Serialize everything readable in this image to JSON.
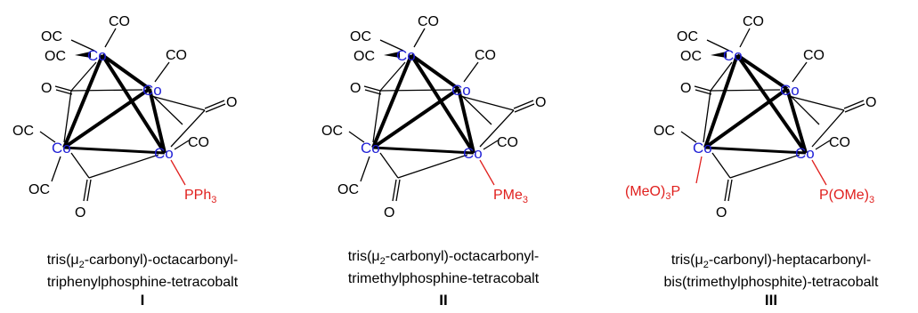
{
  "molecules": [
    {
      "atoms": {
        "co_metal": "Co",
        "oc": "OC",
        "co": "CO",
        "o": "O",
        "ligand_p": "P",
        "ligand_p_suffix": "Ph",
        "ligand_p_sub": "3"
      },
      "name_line1_pre": "tris(μ",
      "name_line1_sub": "2",
      "name_line1_post": "-carbonyl)-octacarbonyl-",
      "name_line2": "triphenylphosphine-tetracobalt",
      "numeral": "I"
    },
    {
      "atoms": {
        "co_metal": "Co",
        "oc": "OC",
        "co": "CO",
        "o": "O",
        "ligand_p": "P",
        "ligand_p_suffix": "Me",
        "ligand_p_sub": "3"
      },
      "name_line1_pre": "tris(μ",
      "name_line1_sub": "2",
      "name_line1_post": "-carbonyl)-octacarbonyl-",
      "name_line2": "trimethylphosphine-tetracobalt",
      "numeral": "II"
    },
    {
      "atoms": {
        "co_metal": "Co",
        "oc": "OC",
        "co": "CO",
        "o": "O",
        "left_ligand_pre": "(MeO)",
        "left_ligand_sub": "3",
        "left_ligand_post": "P",
        "right_ligand_pre": "P(OMe)",
        "right_ligand_sub": "3"
      },
      "name_line1_pre": "tris(μ",
      "name_line1_sub": "2",
      "name_line1_post": "-carbonyl)-heptacarbonyl-",
      "name_line2": "bis(trimethylphosphite)-tetracobalt",
      "numeral": "III"
    }
  ],
  "colors": {
    "metal": "#1f1fd6",
    "ligand": "#e0201e",
    "bond": "#000000"
  }
}
